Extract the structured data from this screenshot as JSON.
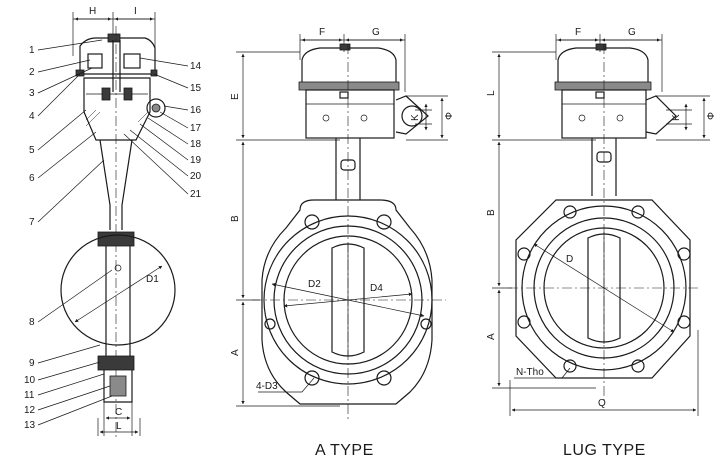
{
  "parts": {
    "left": [
      "1",
      "2",
      "3",
      "4",
      "5",
      "6",
      "7",
      "8",
      "9",
      "10",
      "11",
      "12",
      "13"
    ],
    "right": [
      "14",
      "15",
      "16",
      "17",
      "18",
      "19",
      "20",
      "21"
    ]
  },
  "dims": {
    "side": {
      "H": "H",
      "I": "I",
      "C": "C",
      "L": "L",
      "D1": "D1"
    },
    "a_type": {
      "F": "F",
      "G": "G",
      "E": "E",
      "B": "B",
      "A": "A",
      "K": "K",
      "phi": "Φ",
      "D2": "D2",
      "D4": "D4",
      "D3": "4-D3"
    },
    "lug_type": {
      "F": "F",
      "G": "G",
      "L": "L",
      "B": "B",
      "A": "A",
      "K": "K",
      "phi": "Φ",
      "D": "D",
      "N": "N-Tho",
      "Q": "Q"
    }
  },
  "captions": {
    "a_type": "A TYPE",
    "lug_type": "LUG TYPE"
  }
}
